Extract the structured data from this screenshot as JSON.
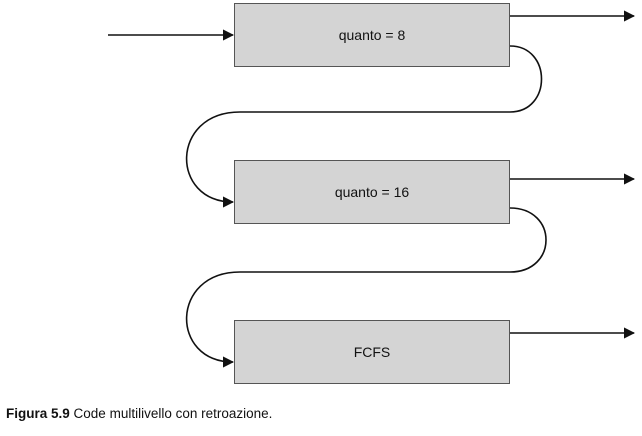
{
  "queues": [
    {
      "label": "quanto = 8"
    },
    {
      "label": "quanto = 16"
    },
    {
      "label": "FCFS"
    }
  ],
  "caption": {
    "number": "Figura 5.9",
    "text": "Code multilivello con retroazione."
  },
  "colors": {
    "box_fill": "#d4d4d4",
    "box_border": "#555555",
    "line": "#111111"
  }
}
